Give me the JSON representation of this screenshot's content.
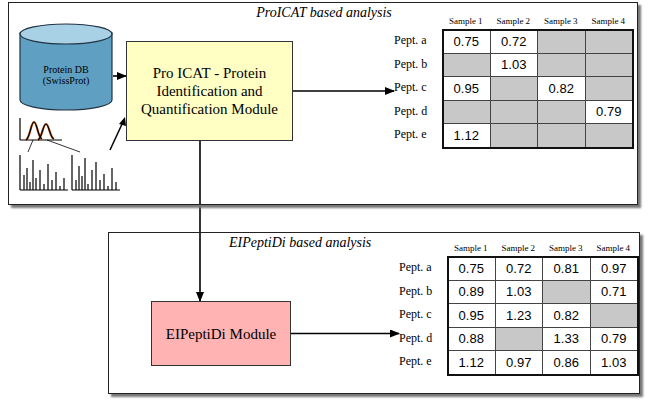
{
  "diagram": {
    "nodes": [
      {
        "text": [
          "ProICAT based analysis"
        ]
      },
      {
        "text": [
          "Protein DB (SwissProt)"
        ],
        "in": 0
      },
      {
        "text": [
          "Pro ICAT - Protein Identification and Quantification Module"
        ],
        "in": 0
      },
      {
        "text": [
          "Sample 1",
          "Sample 2",
          "Sample 3",
          "Sample 4",
          "Pept. a",
          "0.75",
          "0.72",
          "Pept. b",
          "1.03",
          "Pept. c",
          "0.95",
          "0.82",
          "Pept. d",
          "0.79",
          "Pept. e",
          "1.12"
        ],
        "in": 0
      },
      {
        "text": [
          "EIPeptiDi based analysis"
        ]
      },
      {
        "text": [
          "EIPeptiDi Module"
        ],
        "in": 4
      },
      {
        "text": [
          "Sample 1",
          "Sample 2",
          "Sample 3",
          "Sample 4",
          "Pept. a",
          "0.75",
          "0.72",
          "0.81",
          "0.97",
          "Pept. b",
          "0.89",
          "1.03",
          "0.71",
          "Pept. c",
          "0.95",
          "1.23",
          "0.82",
          "Pept. d",
          "0.88",
          "1.33",
          "0.79",
          "Pept. e",
          "1.12",
          "0.97",
          "0.86",
          "1.03"
        ],
        "in": 4
      }
    ],
    "edges": [
      {
        "from": 1,
        "to": 2,
        "arrow": "to"
      },
      {
        "from": 2,
        "to": 3,
        "arrow": "to"
      },
      {
        "from": 2,
        "to": 5,
        "arrow": "to"
      },
      {
        "from": 5,
        "to": 6,
        "arrow": "to"
      }
    ]
  }
}
